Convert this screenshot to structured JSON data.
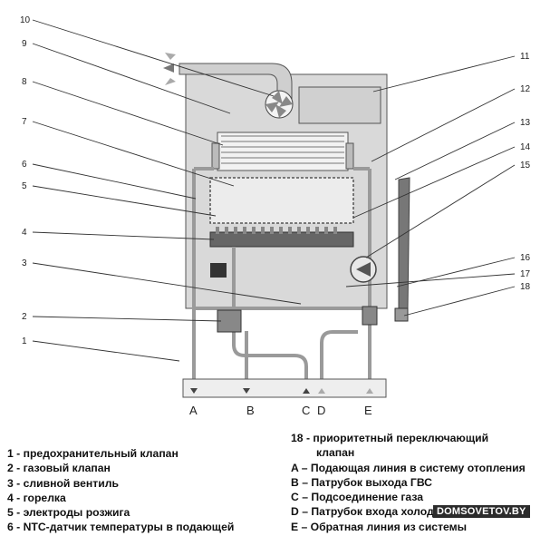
{
  "callouts": [
    "10",
    "9",
    "8",
    "7",
    "6",
    "5",
    "4",
    "3",
    "2",
    "1",
    "11",
    "12",
    "13",
    "14",
    "15",
    "16",
    "17",
    "18"
  ],
  "connections": [
    "A",
    "B",
    "C",
    "D",
    "E"
  ],
  "legend_left": [
    "1 - предохранительный клапан",
    "2 - газовый клапан",
    "3 - сливной вентиль",
    "4 - горелка",
    "5 - электроды розжига",
    "6 - NTC-датчик температуры в подающей"
  ],
  "legend_right": [
    "18 - приоритетный переключающий",
    "клапан",
    "A – Подающая линия в систему отопления",
    "B – Патрубок выхода ГВС",
    "C – Подсоединение газа",
    "D – Патрубок входа холодной",
    "E – Обратная линия из системы"
  ],
  "watermark": "DOMSOVETOV.BY",
  "colors": {
    "casing": "#dcdcdc",
    "burner": "#666666",
    "pipe": "#9a9a9a",
    "line": "#333333"
  }
}
